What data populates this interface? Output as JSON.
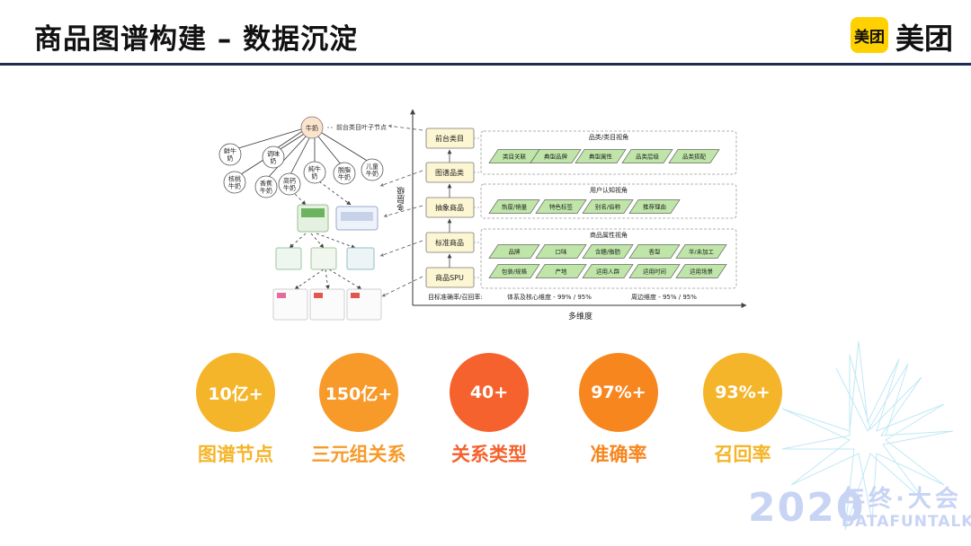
{
  "header": {
    "title": "商品图谱构建 – 数据沉淀",
    "logo_mark": "美团",
    "logo_text": "美团"
  },
  "tree": {
    "root": "牛奶",
    "root_note": "前台类目叶子节点",
    "children": [
      "鲜牛奶",
      "调味奶",
      "核桃牛奶",
      "香蕉牛奶",
      "高钙牛奶",
      "純牛奶",
      "脱脂牛奶",
      "儿童牛奶"
    ]
  },
  "levels": {
    "axis_label": "多层级",
    "items": [
      "前台类目",
      "图谱品类",
      "抽象商品",
      "标准商品",
      "商品SPU"
    ]
  },
  "perspectives": [
    {
      "title": "品类/类目视角",
      "rows": [
        [
          "类目关联",
          "典型品牌",
          "典型属性",
          "品类层级",
          "品类搭配"
        ]
      ]
    },
    {
      "title": "用户认知视角",
      "rows": [
        [
          "热度/销量",
          "特色标签",
          "别名/俗称",
          "推荐理由"
        ]
      ]
    },
    {
      "title": "商品属性视角",
      "rows": [
        [
          "品牌",
          "口味",
          "含糖/脂肪",
          "香型",
          "半/未加工"
        ],
        [
          "包装/规格",
          "产地",
          "适用人群",
          "适用时间",
          "适用场景"
        ]
      ]
    }
  ],
  "metrics": {
    "label": "目标准确率/召回率:",
    "core": "体系及核心维度 - 99% / 95%",
    "edge": "周边维度 - 95% / 95%"
  },
  "x_axis_label": "多维度",
  "stats": [
    {
      "value": "10亿+",
      "label": "图谱节点",
      "color": "#f5b52a"
    },
    {
      "value": "150亿+",
      "label": "三元组关系",
      "color": "#f79a2a"
    },
    {
      "value": "40+",
      "label": "关系类型",
      "color": "#f5622d"
    },
    {
      "value": "97%+",
      "label": "准确率",
      "color": "#f7861f"
    },
    {
      "value": "93%+",
      "label": "召回率",
      "color": "#f5b52a"
    }
  ],
  "watermark": {
    "year": "2020",
    "cn": "年终·大会",
    "en": "DATAFUNTALK"
  }
}
